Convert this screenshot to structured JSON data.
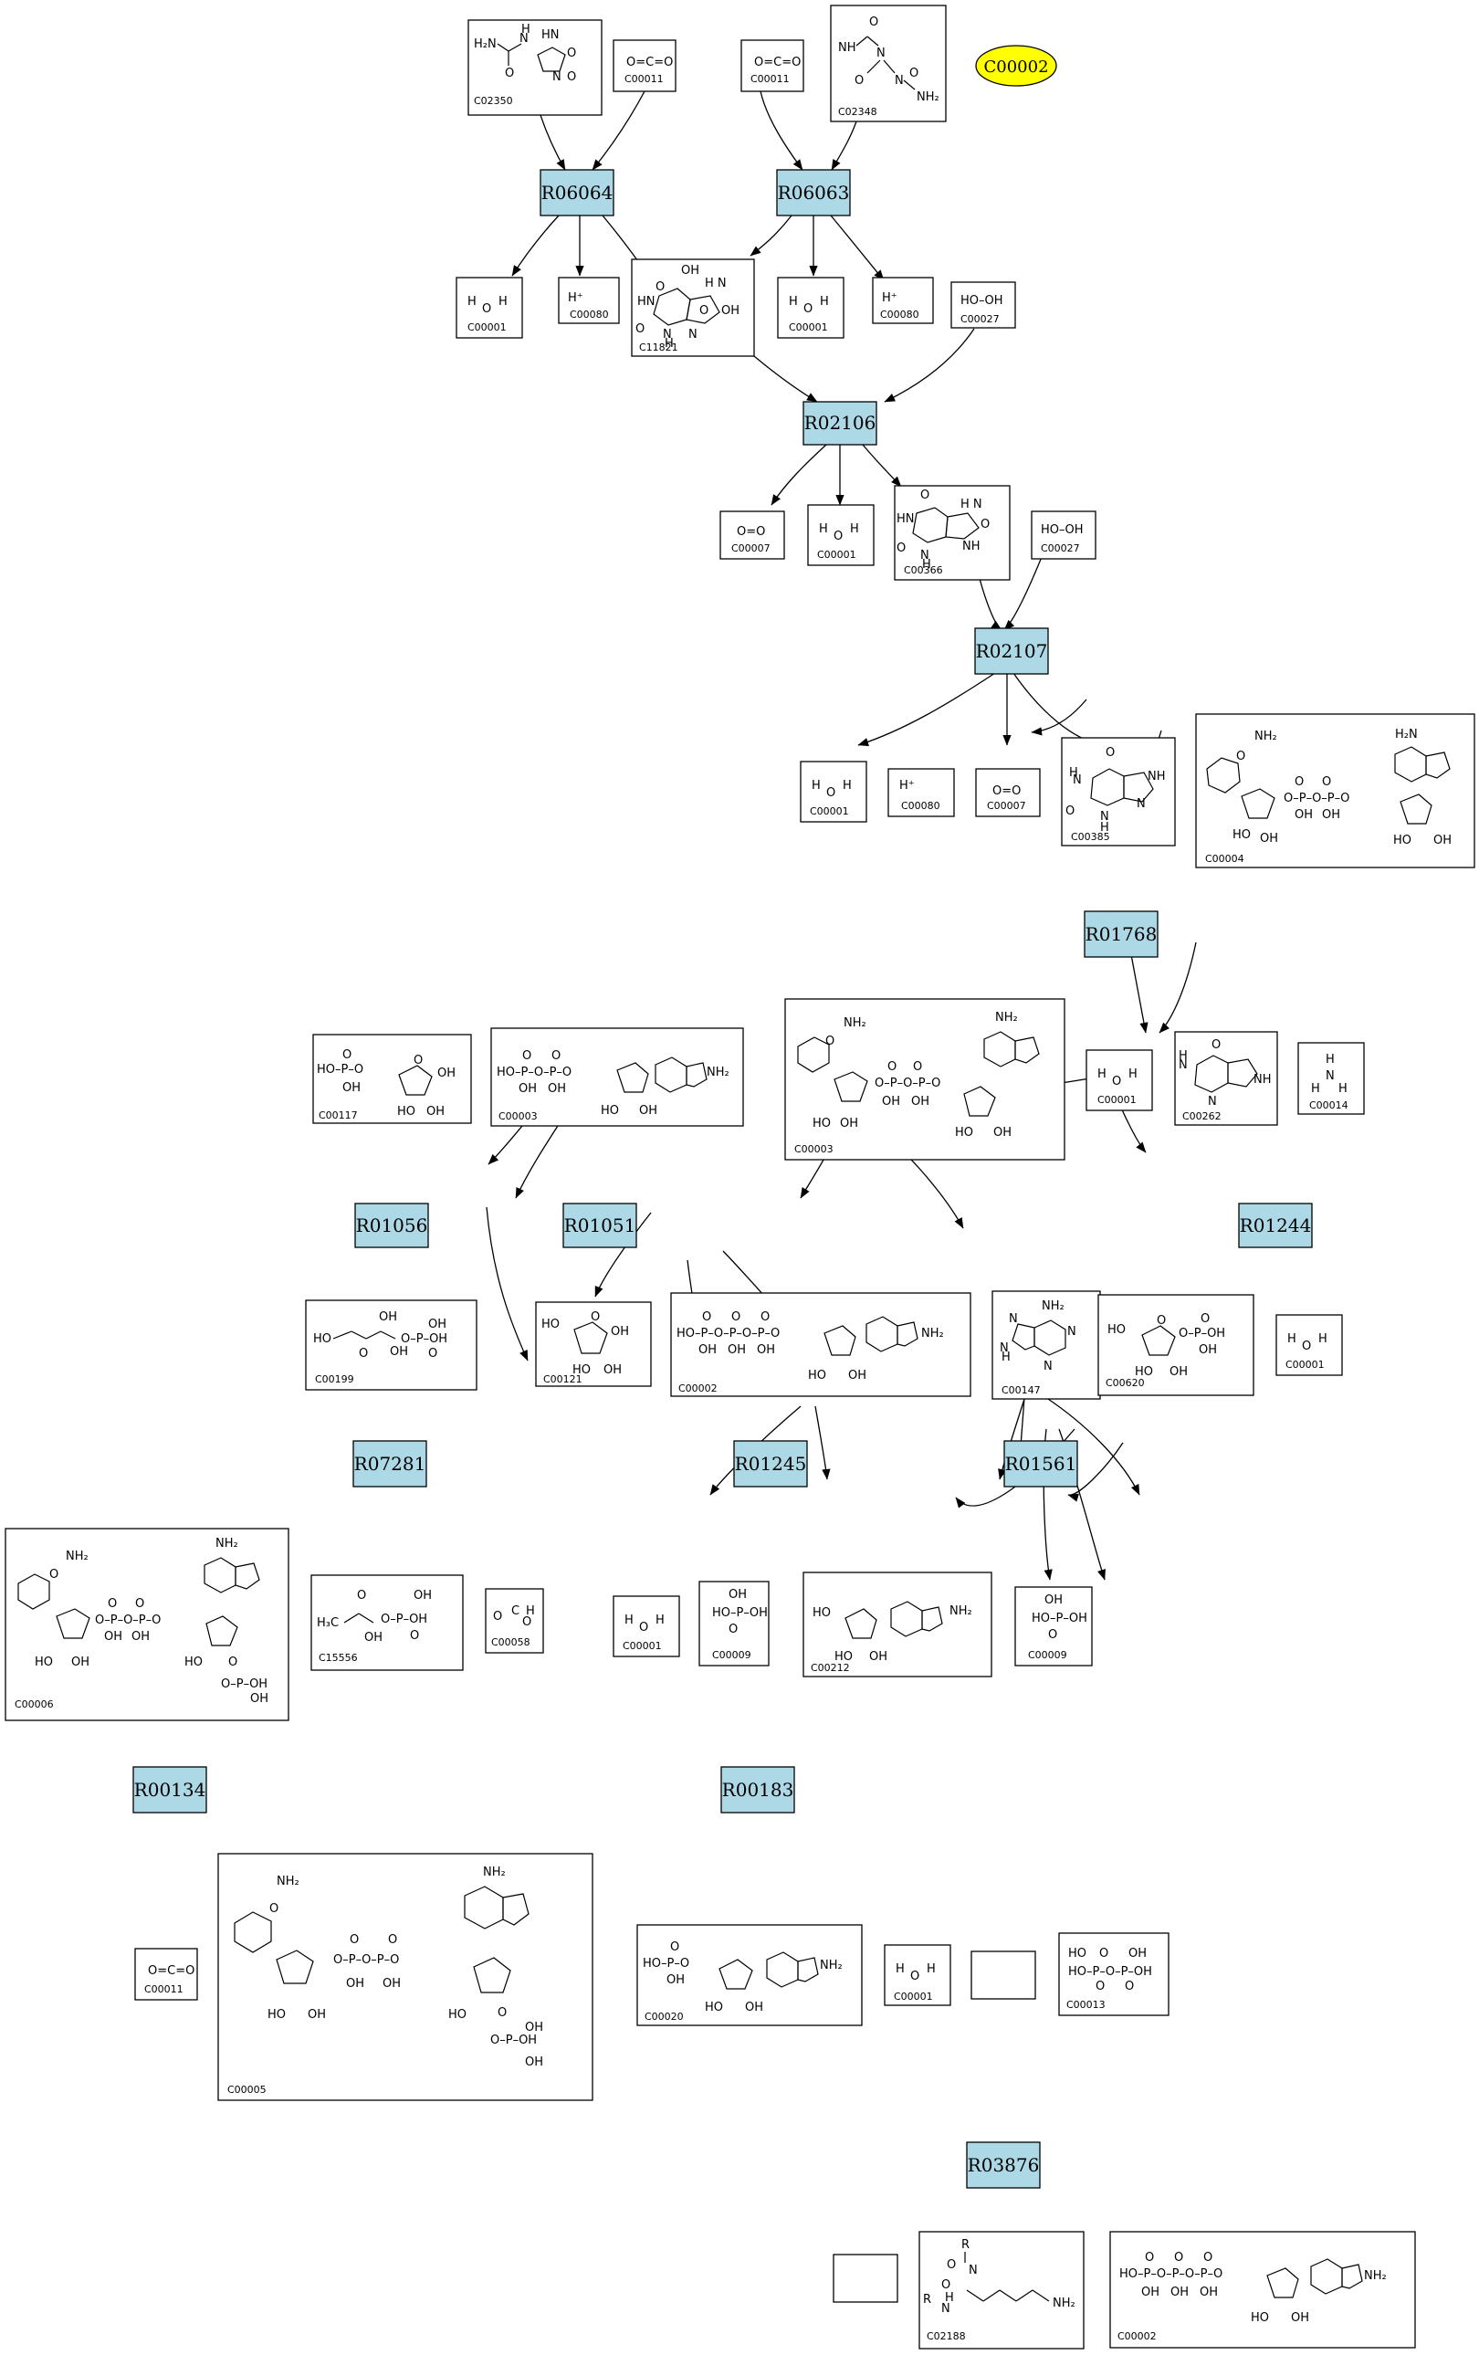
{
  "diagram": {
    "highlight_label": "C00002",
    "colors": {
      "reaction_fill": "#add8e6",
      "highlight_fill": "#ffff00",
      "compound_fill": "#ffffff",
      "edge": "#000000"
    },
    "reactions": [
      "R06064",
      "R06063",
      "R02106",
      "R02107",
      "R01768",
      "R01056",
      "R01051",
      "R01244",
      "R07281",
      "R01245",
      "R01561",
      "R00134",
      "R00183",
      "R03876"
    ],
    "compounds": [
      {
        "key": "c02350",
        "id": "C02350",
        "formula": "H2N–CO–NH–C1HNC(=O)NC1=O"
      },
      {
        "key": "c00011a",
        "id": "C00011",
        "formula": "O=C=O"
      },
      {
        "key": "c00011b",
        "id": "C00011",
        "formula": "O=C=O"
      },
      {
        "key": "c02348",
        "id": "C02348",
        "formula": "HN–C(=O)–N(CH=O)–CH2–NH–CO–NH2"
      },
      {
        "key": "c00001a",
        "id": "C00001",
        "formula": "H–O–H"
      },
      {
        "key": "c00080a",
        "id": "C00080",
        "formula": "H+"
      },
      {
        "key": "c11821",
        "id": "C11821",
        "formula": "OH / HN NH / O OH"
      },
      {
        "key": "c00001b",
        "id": "C00001",
        "formula": "H–O–H"
      },
      {
        "key": "c00080b",
        "id": "C00080",
        "formula": "H+"
      },
      {
        "key": "c00027a",
        "id": "C00027",
        "formula": "HO–OH"
      },
      {
        "key": "c00007a",
        "id": "C00007",
        "formula": "O=O"
      },
      {
        "key": "c00001c",
        "id": "C00001",
        "formula": "H–O–H"
      },
      {
        "key": "c00366",
        "id": "C00366",
        "formula": "Urate"
      },
      {
        "key": "c00027b",
        "id": "C00027",
        "formula": "HO–OH"
      },
      {
        "key": "c00001d",
        "id": "C00001",
        "formula": "H–O–H"
      },
      {
        "key": "c00080c",
        "id": "C00080",
        "formula": "H+"
      },
      {
        "key": "c00007b",
        "id": "C00007",
        "formula": "O=O"
      },
      {
        "key": "c00385",
        "id": "C00385",
        "formula": "Xanthine"
      },
      {
        "key": "c00004",
        "id": "C00004",
        "formula": "NADH"
      },
      {
        "key": "c00003a",
        "id": "C00003",
        "formula": "NAD+"
      },
      {
        "key": "c00001e",
        "id": "C00001",
        "formula": "H–O–H"
      },
      {
        "key": "c00262",
        "id": "C00262",
        "formula": "Hypoxanthine"
      },
      {
        "key": "c00014",
        "id": "C00014",
        "formula": "NH3"
      },
      {
        "key": "c00117",
        "id": "C00117",
        "formula": "Ribose 5-phosphate"
      },
      {
        "key": "c00003b",
        "id": "C00003",
        "formula": "ADP-ribose"
      },
      {
        "key": "c00199",
        "id": "C00199",
        "formula": "Ribulose 5-phosphate"
      },
      {
        "key": "c00121",
        "id": "C00121",
        "formula": "Ribose"
      },
      {
        "key": "c00002a",
        "id": "C00002",
        "formula": "ATP"
      },
      {
        "key": "c00001f",
        "id": "C00001",
        "formula": "H–O–H"
      },
      {
        "key": "c00147",
        "id": "C00147",
        "formula": "Adenine"
      },
      {
        "key": "c00620",
        "id": "C00620",
        "formula": "Ribose 1-phosphate"
      },
      {
        "key": "c00006",
        "id": "C00006",
        "formula": "NADP+"
      },
      {
        "key": "c15556",
        "id": "C15556",
        "formula": "1-deoxy-D-xylulose 5-phosphate"
      },
      {
        "key": "c00058",
        "id": "C00058",
        "formula": "HCOOH"
      },
      {
        "key": "c00001g",
        "id": "C00001",
        "formula": "H–O–H"
      },
      {
        "key": "c00009a",
        "id": "C00009",
        "formula": "H3PO4"
      },
      {
        "key": "c00212",
        "id": "C00212",
        "formula": "Adenosine"
      },
      {
        "key": "c00009b",
        "id": "C00009",
        "formula": "H3PO4"
      },
      {
        "key": "c00011c",
        "id": "C00011",
        "formula": "O=C=O"
      },
      {
        "key": "c00005",
        "id": "C00005",
        "formula": "NADPH"
      },
      {
        "key": "c00020",
        "id": "C00020",
        "formula": "AMP"
      },
      {
        "key": "c00001h",
        "id": "C00001",
        "formula": "H–O–H"
      },
      {
        "key": "c00013",
        "id": "C00013",
        "formula": "Diphosphate"
      },
      {
        "key": "c02188",
        "id": "C02188",
        "formula": "Protein lysine"
      },
      {
        "key": "c00002b",
        "id": "C00002",
        "formula": "ATP"
      }
    ]
  }
}
